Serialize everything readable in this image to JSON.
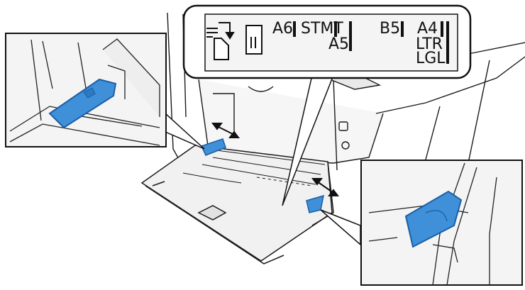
{
  "scale_labels": {
    "a6": "A6",
    "stmt": "STMT",
    "a5": "A5",
    "b5": "B5",
    "a4": "A4",
    "ltr": "LTR",
    "lgl": "LGL"
  },
  "icons": {
    "paper_feed": "paper-feed-icon",
    "paper_orientation": "paper-orientation-icon"
  },
  "colors": {
    "guide_blue": "#3f8fd9",
    "guide_blue_dark": "#1c5fa4",
    "line": "#1a1a1a",
    "panel_fill": "#f4f4f4",
    "callout_fill": "#f7f7f7"
  }
}
